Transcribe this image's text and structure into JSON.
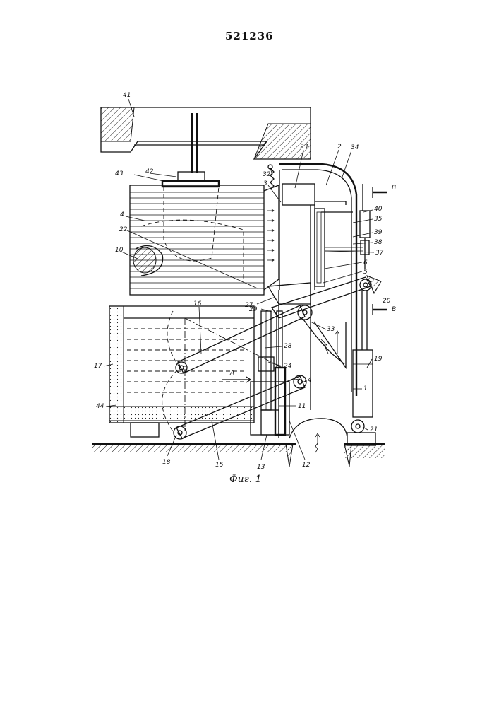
{
  "page_number": "521236",
  "caption": "Фиг. 1",
  "part_labels": [
    "41",
    "43",
    "42",
    "32",
    "23",
    "2",
    "34",
    "3",
    "4",
    "22",
    "10",
    "35",
    "39",
    "38",
    "37",
    "40",
    "6",
    "5",
    "27",
    "29",
    "20",
    "33",
    "16",
    "28",
    "24",
    "14",
    "19",
    "17",
    "44",
    "11",
    "1",
    "21",
    "18",
    "15",
    "13",
    "12"
  ],
  "section_marks": {
    "top": "В",
    "bottom": "В",
    "arrow_a": "А"
  }
}
